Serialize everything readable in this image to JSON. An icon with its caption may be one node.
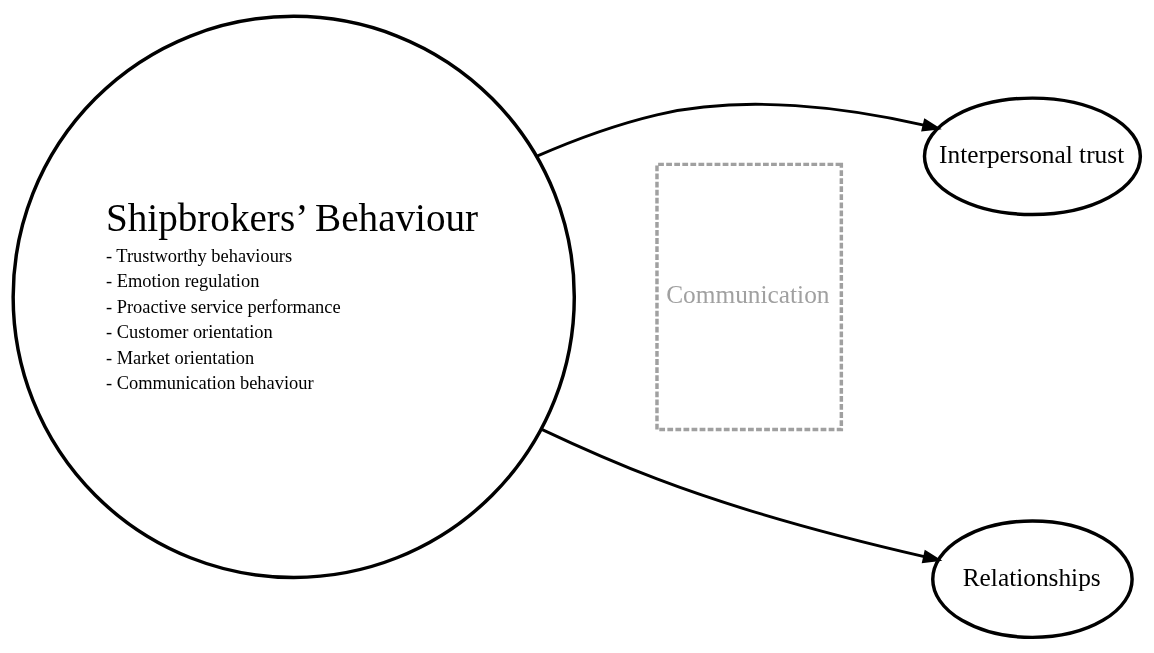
{
  "diagram": {
    "nodes": [
      {
        "text": [
          "Shipbrokers’ Behaviour",
          "- Trustworthy behaviours",
          "- Emotion regulation",
          "- Proactive service performance",
          "- Customer orientation",
          "- Market orientation",
          "- Communication behaviour"
        ]
      },
      {
        "text": [
          "Interpersonal trust"
        ]
      },
      {
        "text": [
          "Relationships"
        ]
      },
      {
        "text": [
          "Communication"
        ]
      }
    ],
    "edges": [
      {
        "from": 0,
        "to": 1,
        "arrow": "to"
      },
      {
        "from": 0,
        "to": 2,
        "arrow": "to"
      }
    ]
  }
}
